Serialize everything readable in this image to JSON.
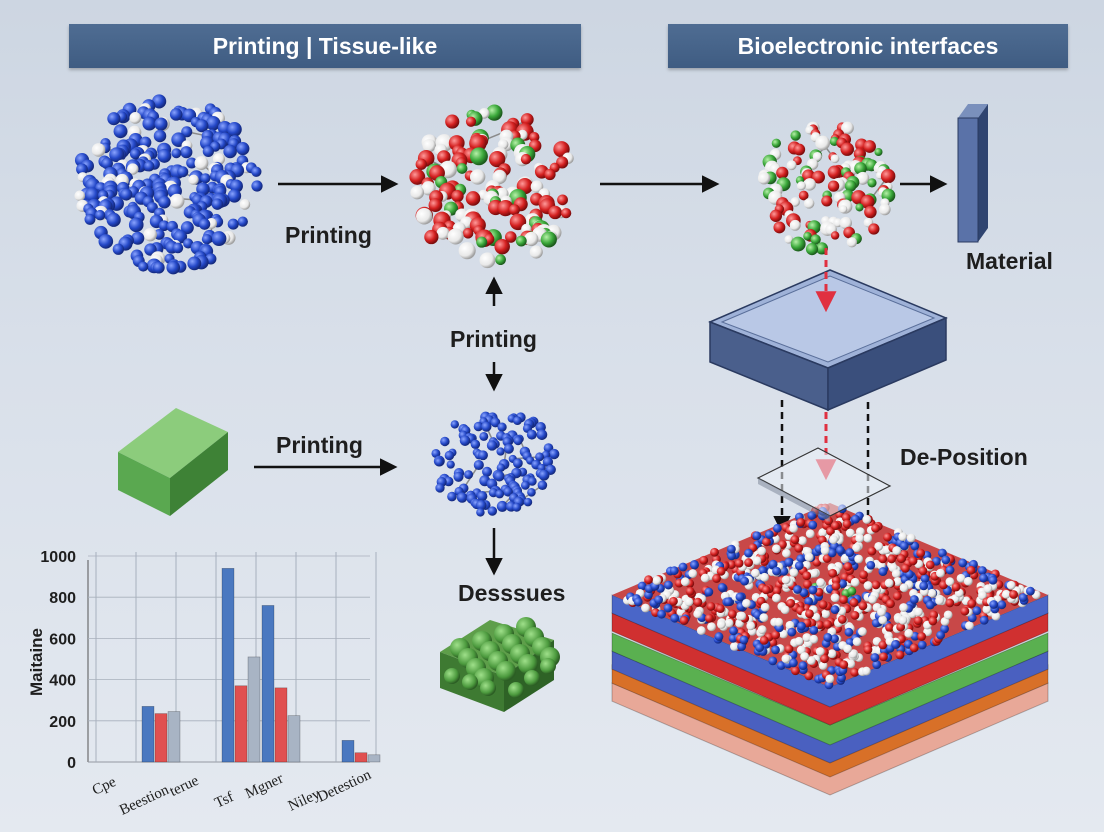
{
  "headers": {
    "left": "Printing | Tissue-like",
    "right": "Bioelectronic interfaces"
  },
  "labels": {
    "printing_top": "Printing",
    "printing_middle": "Printing",
    "printing_bottom": "Printing",
    "material": "Material",
    "de_position": "De-Position",
    "desssues": "Desssues"
  },
  "chart_data": {
    "type": "bar",
    "ylabel": "Maitaine",
    "ylim": [
      0,
      1000
    ],
    "yticks": [
      0,
      200,
      400,
      600,
      800,
      1000
    ],
    "groups": [
      {
        "name": "Cpe",
        "values": []
      },
      {
        "name": "Beestion",
        "values": [
          270,
          235,
          245
        ]
      },
      {
        "name": "terue",
        "values": []
      },
      {
        "name": "Tsf",
        "values": [
          940,
          370,
          510
        ]
      },
      {
        "name": "Mgner",
        "values": [
          760,
          360,
          225
        ]
      },
      {
        "name": "Niley",
        "values": []
      },
      {
        "name": "Detestion",
        "values": [
          105,
          45,
          35
        ]
      }
    ],
    "series_colors": [
      "#4a78c0",
      "#e05050",
      "#a8b4c4"
    ]
  },
  "colors": {
    "banner": "#46658c",
    "blue_atom": "#2448c8",
    "red_atom": "#d42020",
    "green_atom": "#3aa83a",
    "white_atom": "#f2f2f2",
    "slab_top": "#9fb2d8",
    "slab_side": "#4a5f8c",
    "green_block": "#5aa850",
    "dashed_red": "#e03040"
  }
}
